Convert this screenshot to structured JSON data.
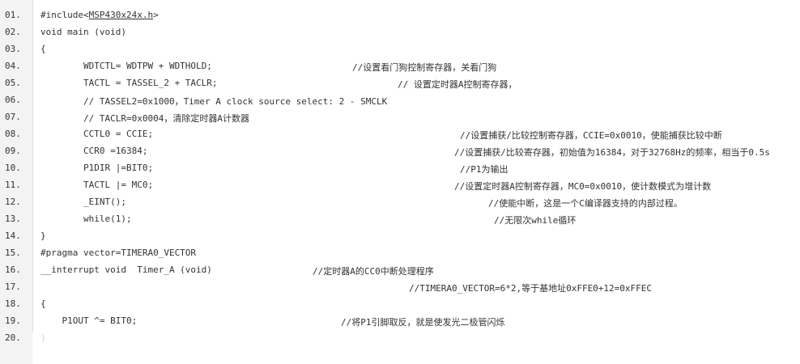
{
  "code_listing": {
    "lines": [
      {
        "num": "01.",
        "code": "#include<",
        "include_target": "MSP430x24x.h",
        "code_end": ">",
        "comment": ""
      },
      {
        "num": "02.",
        "code": "void main (void)",
        "comment": ""
      },
      {
        "num": "03.",
        "code": "{",
        "comment": ""
      },
      {
        "num": "04.",
        "code": "        WDTCTL= WDTPW + WDTHOLD;",
        "comment": "//设置看门狗控制寄存器，关看门狗"
      },
      {
        "num": "05.",
        "code": "        TACTL = TASSEL_2 + TACLR;",
        "comment": "// 设置定时器A控制寄存器，"
      },
      {
        "num": "06.",
        "code": "        // TASSEL2=0x1000，Timer A clock source select: 2 - SMCLK",
        "comment": ""
      },
      {
        "num": "07.",
        "code": "        // TACLR=0x0004，清除定时器A计数器",
        "comment": ""
      },
      {
        "num": "08.",
        "code": "        CCTL0 = CCIE;",
        "comment": "//设置捕获/比较控制寄存器，CCIE=0x0010，使能捕获比较中断"
      },
      {
        "num": "09.",
        "code": "        CCR0 =16384;",
        "comment": "//设置捕获/比较寄存器，初始值为16384，对于32768Hz的频率，相当于0.5s"
      },
      {
        "num": "10.",
        "code": "        P1DIR |=BIT0;",
        "comment": "//P1为输出"
      },
      {
        "num": "11.",
        "code": "        TACTL |= MC0;",
        "comment": "//设置定时器A控制寄存器，MC0=0x0010，使计数模式为增计数"
      },
      {
        "num": "12.",
        "code": "        _EINT();",
        "comment": "//使能中断，这是一个C编译器支持的内部过程。"
      },
      {
        "num": "13.",
        "code": "        while(1);",
        "comment": "//无限次while循环"
      },
      {
        "num": "14.",
        "code": "}",
        "comment": ""
      },
      {
        "num": "15.",
        "code": "#pragma vector=TIMERA0_VECTOR",
        "comment": ""
      },
      {
        "num": "16.",
        "code": "__interrupt void  Timer_A (void)",
        "comment": "//定时器A的CC0中断处理程序"
      },
      {
        "num": "17.",
        "code": "",
        "comment": "//TIMERA0_VECTOR=6*2,等于基地址0xFFE0+12=0xFFEC"
      },
      {
        "num": "18.",
        "code": "{",
        "comment": ""
      },
      {
        "num": "19.",
        "code": "    P1OUT ^= BIT0;",
        "comment": "//将P1引脚取反，就是使发光二极管闪烁"
      },
      {
        "num": "20.",
        "code": "}",
        "comment": ""
      }
    ]
  },
  "colors": {
    "background": "#ffffff",
    "gutter": "#f3f3f3",
    "text": "#333333"
  }
}
